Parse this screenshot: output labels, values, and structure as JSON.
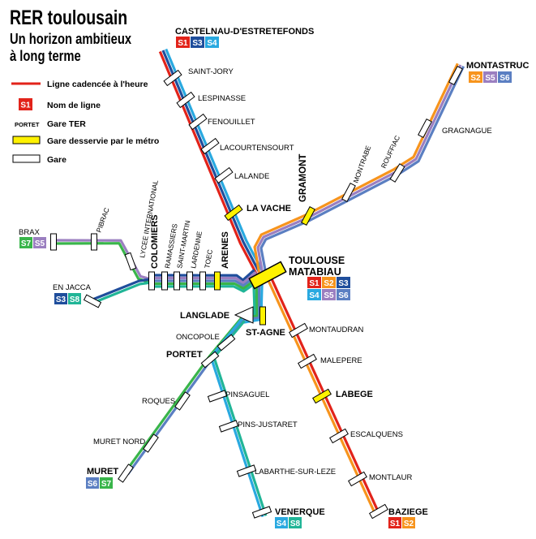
{
  "title": "RER toulousain",
  "subtitle_line1": "Un horizon ambitieux",
  "subtitle_line2": "à long terme",
  "colors": {
    "S1": "#e2231a",
    "S2": "#f7941d",
    "S3": "#1f4e9c",
    "S4": "#29a9e0",
    "S5": "#9b7fc0",
    "S6": "#5b7fc2",
    "S7": "#39b54a",
    "S8": "#21b597",
    "metro": "#fff200"
  },
  "legend": {
    "line": "Ligne cadencée à l'heure",
    "badge_sample": "S1",
    "badge": "Nom de ligne",
    "ter_sample": "PORTET",
    "ter": "Gare TER",
    "metro": "Gare desservie par le métro",
    "station": "Gare"
  },
  "terminals": {
    "castelnau": {
      "name": "CASTELNAU-D'ESTRETEFONDS",
      "lines": [
        "S1",
        "S3",
        "S4"
      ]
    },
    "montastruc": {
      "name": "MONTASTRUC",
      "lines": [
        "S2",
        "S5",
        "S6"
      ]
    },
    "brax": {
      "name": "BRAX",
      "lines": [
        "S7",
        "S5"
      ]
    },
    "enjacca": {
      "name": "EN JACCA",
      "lines": [
        "S3",
        "S8"
      ]
    },
    "matabiau": {
      "name_line1": "TOULOUSE",
      "name_line2": "MATABIAU",
      "lines_row1": [
        "S1",
        "S2",
        "S3"
      ],
      "lines_row2": [
        "S4",
        "S5",
        "S6"
      ]
    },
    "muret": {
      "name": "MURET",
      "lines": [
        "S6",
        "S7"
      ]
    },
    "venerque": {
      "name": "VENERQUE",
      "lines": [
        "S4",
        "S8"
      ]
    },
    "baziege": {
      "name": "BAZIEGE",
      "lines": [
        "S1",
        "S2"
      ]
    }
  },
  "stations": {
    "saint_jory": "SAINT-JORY",
    "lespinasse": "LESPINASSE",
    "fenouillet": "FENOUILLET",
    "lacourtensourt": "LACOURTENSOURT",
    "lalande": "LALANDE",
    "la_vache": "LA VACHE",
    "gramont": "GRAMONT",
    "montrabe": "MONTRABE",
    "rouffiac": "ROUFFIAC",
    "gragnague": "GRAGNAGUE",
    "pibrac": "PIBRAC",
    "lycee": "LYCEE INTERNATIONAL",
    "colomiers": "COLOMIERS",
    "ramassiers": "RAMASSIERS",
    "saint_martin": "SAINT-MARTIN",
    "lardenne": "LARDENNE",
    "toec": "TOEC",
    "arenes": "ARENES",
    "langlade": "LANGLADE",
    "st_agne": "ST-AGNE",
    "oncopole": "ONCOPOLE",
    "portet": "PORTET",
    "montaudran": "MONTAUDRAN",
    "malepere": "MALEPERE",
    "labege": "LABEGE",
    "escalquens": "ESCALQUENS",
    "montlaur": "MONTLAUR",
    "roques": "ROQUES",
    "pinsaguel": "PINSAGUEL",
    "pins_justaret": "PINS-JUSTARET",
    "muret_nord": "MURET NORD",
    "labarthe": "LABARTHE-SUR-LEZE"
  }
}
